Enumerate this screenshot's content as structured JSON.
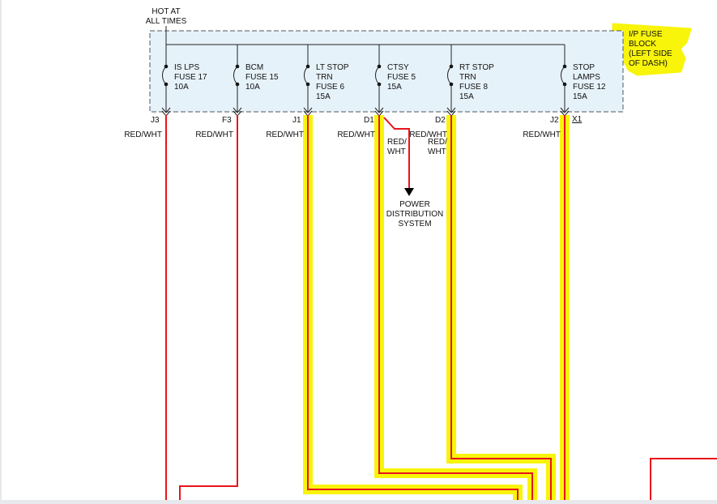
{
  "power_source": {
    "line1": "HOT AT",
    "line2": "ALL TIMES"
  },
  "fuse_block": {
    "label_lines": [
      "I/P FUSE",
      "BLOCK",
      "(LEFT SIDE",
      "OF DASH)"
    ],
    "connector": "X1"
  },
  "fuses": [
    {
      "lines": [
        "IS LPS",
        "FUSE 17",
        "10A"
      ],
      "pin": "J3",
      "wire": "RED/WHT",
      "highlighted": false
    },
    {
      "lines": [
        "BCM",
        "FUSE 15",
        "10A"
      ],
      "pin": "F3",
      "wire": "RED/WHT",
      "highlighted": false
    },
    {
      "lines": [
        "LT STOP",
        "TRN",
        "FUSE 6",
        "15A"
      ],
      "pin": "J1",
      "wire": "RED/WHT",
      "highlighted": true
    },
    {
      "lines": [
        "CTSY",
        "FUSE 5",
        "15A"
      ],
      "pin": "D1",
      "wire": "RED/WHT",
      "highlighted": true
    },
    {
      "lines": [
        "RT STOP",
        "TRN",
        "FUSE 8",
        "15A"
      ],
      "pin": "D2",
      "wire": "RED/WHT",
      "highlighted": true
    },
    {
      "lines": [
        "STOP",
        "LAMPS",
        "FUSE 12",
        "15A"
      ],
      "pin": "J2",
      "wire": "RED/WHT",
      "highlighted": false
    }
  ],
  "branch_wire_left": {
    "line1": "RED/",
    "line2": "WHT"
  },
  "branch_wire_right": {
    "line1": "RED/",
    "line2": "WHT"
  },
  "destination": {
    "lines": [
      "POWER",
      "DISTRIBUTION",
      "SYSTEM"
    ]
  },
  "colors": {
    "wire": "#e8141b",
    "highlight": "#f8f40a",
    "block_fill": "#e6f2fa",
    "block_border": "#555555"
  }
}
